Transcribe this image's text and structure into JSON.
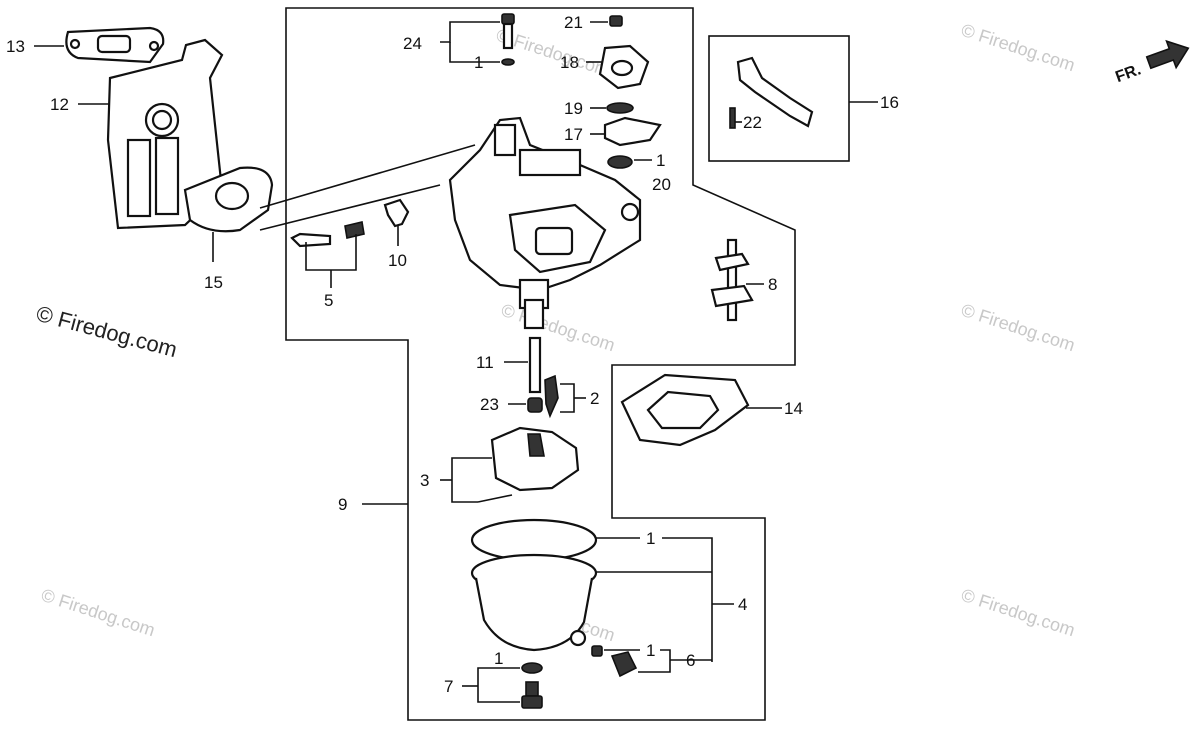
{
  "watermarks": {
    "primary": "© Firedog.com",
    "faint": "© Firedog.com"
  },
  "direction_label": "FR.",
  "callouts": {
    "c1a": "1",
    "c1b": "1",
    "c1c": "1",
    "c1d": "1",
    "c1e": "1",
    "c2": "2",
    "c3": "3",
    "c4": "4",
    "c5": "5",
    "c6": "6",
    "c7": "7",
    "c8": "8",
    "c9": "9",
    "c10": "10",
    "c11": "11",
    "c12": "12",
    "c13": "13",
    "c14": "14",
    "c15": "15",
    "c16": "16",
    "c17": "17",
    "c18": "18",
    "c19": "19",
    "c20": "20",
    "c21": "21",
    "c22": "22",
    "c23": "23",
    "c24": "24"
  },
  "colors": {
    "ink": "#111111",
    "watermark": "#c8c8c8",
    "background": "#ffffff"
  }
}
